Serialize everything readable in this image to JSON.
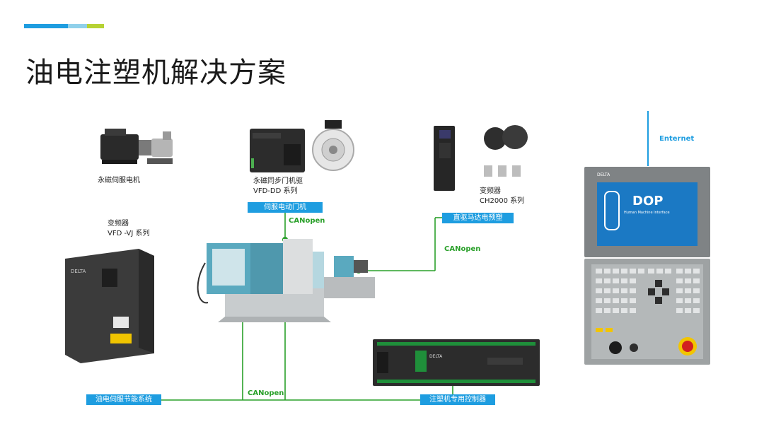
{
  "page": {
    "title": "油电注塑机解决方案"
  },
  "accent_colors": [
    "#1e9de0",
    "#8fd0ea",
    "#b6d233"
  ],
  "devices": {
    "pm_servo_motor": {
      "caption": "永磁伺服电机"
    },
    "door_drive": {
      "caption_line1": "永磁同步门机驱",
      "caption_line2": "VFD-DD 系列"
    },
    "inverter_ch2000": {
      "caption_line1": "变频器",
      "caption_line2": "CH2000 系列"
    },
    "inverter_vj": {
      "caption_line1": "变频器",
      "caption_line2": "VFD -VJ 系列"
    },
    "hmi": {
      "brand": "DELTA",
      "screen_title": "DOP",
      "screen_subtitle": "Human Machine Interface"
    },
    "controller": {
      "brand": "DELTA"
    }
  },
  "tags": {
    "servo_door": "伺服电动门机",
    "direct_drive": "直驱马达电预塑",
    "servo_energy": "油电伺服节能系统",
    "imm_controller": "注塑机专用控制器"
  },
  "protocols": {
    "canopen_top": "CANopen",
    "canopen_right": "CANopen",
    "canopen_bottom": "CANopen"
  },
  "network": {
    "internet": "Enternet"
  }
}
